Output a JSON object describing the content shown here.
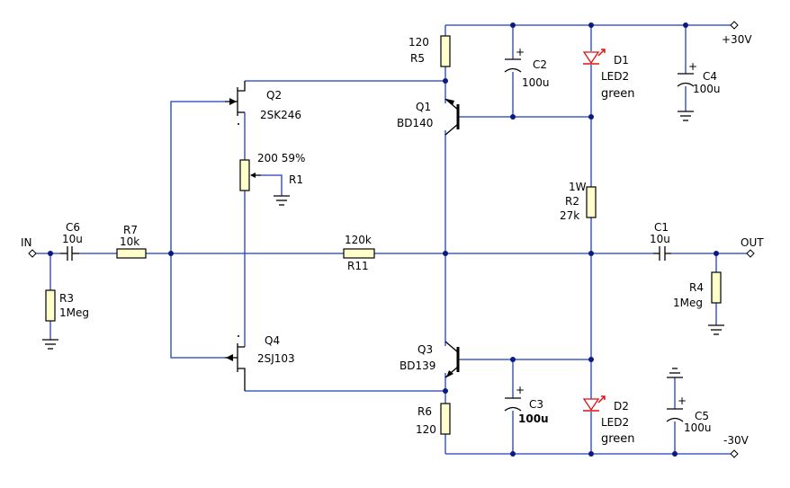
{
  "labels": {
    "in": "IN",
    "out": "OUT",
    "vpos": "+30V",
    "vneg": "-30V",
    "c6_name": "C6",
    "c6_value": "10u",
    "r7_name": "R7",
    "r7_value": "10k",
    "r3_name": "R3",
    "r3_value": "1Meg",
    "q2_name": "Q2",
    "q2_part": "2SK246",
    "q4_name": "Q4",
    "q4_part": "2SJ103",
    "r1_name": "R1",
    "r1_value": "200 59%",
    "r11_name": "R11",
    "r11_value": "120k",
    "r5_name": "R5",
    "r5_value": "120",
    "q1_name": "Q1",
    "q1_part": "BD140",
    "c2_name": "C2",
    "c2_value": "100u",
    "d1_name": "D1",
    "d1_part": "LED2",
    "d1_color": "green",
    "c4_name": "C4",
    "c4_value": "100u",
    "r2_name": "R2",
    "r2_value": "27k",
    "r2_power": "1W",
    "c1_name": "C1",
    "c1_value": "10u",
    "r4_name": "R4",
    "r4_value": "1Meg",
    "q3_name": "Q3",
    "q3_part": "BD139",
    "r6_name": "R6",
    "r6_value": "120",
    "c3_name": "C3",
    "c3_value": "100u",
    "d2_name": "D2",
    "d2_part": "LED2",
    "d2_color": "green",
    "c5_name": "C5",
    "c5_value": "100u",
    "plus": "+"
  },
  "colors": {
    "wire": "#1f3fc0",
    "component": "#000000",
    "resistor_fill": "#ffffcc",
    "led": "#e01010",
    "junction": "#0a1a80"
  }
}
